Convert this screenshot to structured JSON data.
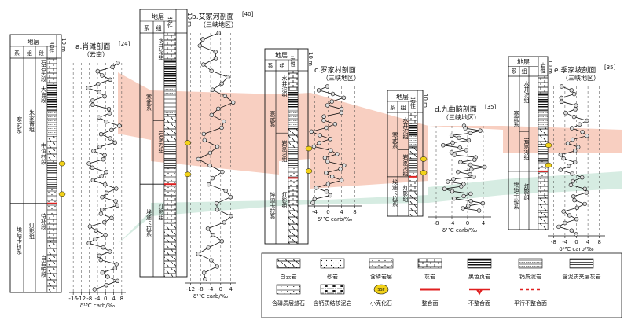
{
  "colors": {
    "pink": "#f7c7b6",
    "green": "#cfe9dd",
    "axis": "#111",
    "dashed": "#444"
  },
  "sections": [
    {
      "id": "a",
      "title": "a.肖滩剖面",
      "ref": "[24]",
      "region": "（云南）",
      "header": {
        "col_layer": "地层",
        "col_system": "系",
        "col_group": "组",
        "col_member": "段",
        "col_litho": "岩性",
        "scale": "10 m"
      },
      "strata": {
        "system_top": "寒武系",
        "group_top": "朱家箐组",
        "members": [
          "石岩头段",
          "大海段",
          "中谊村段"
        ],
        "system_bottom": "埃迪卡拉系",
        "group_bottom": "灯影组",
        "members_bottom": [
          "待补段",
          "白岩哨段"
        ]
      },
      "xticks": [
        "-16",
        "-12",
        "-8",
        "-4",
        "0",
        "4",
        "8"
      ],
      "xlabel": "δ¹³C carb/‰"
    },
    {
      "id": "b",
      "title": "b.艾家河剖面",
      "ref": "[40]",
      "region": "（三峡地区）",
      "header": {
        "col_layer": "地层",
        "col_system": "系",
        "col_group": "组",
        "col_litho": "岩性",
        "scale": "10 m"
      },
      "strata": {
        "system_top": "寒武系",
        "groups_top": [
          "水井沱组",
          "岩家河组"
        ],
        "system_bottom": "埃迪卡拉系",
        "group_bottom": "灯影组"
      },
      "xticks": [
        "-12",
        "-8",
        "-4",
        "0",
        "4"
      ],
      "xlabel": "δ¹³C carb/‰"
    },
    {
      "id": "c",
      "title": "c.罗家村剖面",
      "ref": "",
      "region": "（三峡地区）",
      "header": {
        "col_layer": "地层",
        "col_system": "系",
        "col_group": "组",
        "col_litho": "岩性",
        "scale": "10 m"
      },
      "strata": {
        "system_top": "寒武系",
        "groups_top": [
          "水井沱组",
          "岩家河组"
        ],
        "system_bottom": "埃迪卡拉系",
        "group_bottom": "灯影组"
      },
      "xticks": [
        "-4",
        "0",
        "4",
        "8"
      ],
      "xlabel": "δ¹³C carb/‰"
    },
    {
      "id": "d",
      "title": "d.九曲脑剖面",
      "ref": "[35]",
      "region": "（三峡地区）",
      "header": {
        "col_layer": "地层",
        "col_system": "系",
        "col_group": "组",
        "col_litho": "岩性",
        "scale": "10 m"
      },
      "strata": {
        "system_top": "寒武系",
        "groups_top": [
          "水井沱组",
          "岩家河组"
        ],
        "system_bottom": "埃迪卡拉系",
        "group_bottom": "灯影组"
      },
      "xticks": [
        "-8",
        "-4",
        "0",
        "4"
      ],
      "xlabel": "δ¹³C carb/‰"
    },
    {
      "id": "e",
      "title": "e.季家坡剖面",
      "ref": "[35]",
      "region": "（三峡地区）",
      "header": {
        "col_layer": "地层",
        "col_system": "系",
        "col_group": "组",
        "col_litho": "岩性",
        "scale": "10 m"
      },
      "strata": {
        "system_top": "寒武系",
        "groups_top": [
          "水井沱组",
          "岩家河组"
        ],
        "system_bottom": "埃迪卡拉系",
        "group_bottom": "灯影组"
      },
      "xticks": [
        "-8",
        "-4",
        "0",
        "4",
        "8"
      ],
      "xlabel": "δ¹³C carb/‰"
    }
  ],
  "legend": [
    {
      "key": "dolomite",
      "label": "白云岩"
    },
    {
      "key": "sandstone",
      "label": "砂岩"
    },
    {
      "key": "phosphorite",
      "label": "含磷岩层"
    },
    {
      "key": "limestone",
      "label": "灰岩"
    },
    {
      "key": "black_shale",
      "label": "黑色页岩"
    },
    {
      "key": "calc_mudstone",
      "label": "钙质泥岩"
    },
    {
      "key": "argil_limestone",
      "label": "含泥质夹层灰岩"
    },
    {
      "key": "phos_chert",
      "label": "含磷质层燧石"
    },
    {
      "key": "calc_nodule_mudstone",
      "label": "含钙质结核泥岩"
    },
    {
      "key": "ssf",
      "label": "小壳化石",
      "badge": "SSF"
    },
    {
      "key": "conformable",
      "label": "整合面"
    },
    {
      "key": "unconformity",
      "label": "不整合面"
    },
    {
      "key": "paraconformity",
      "label": "平行不整合面"
    }
  ]
}
